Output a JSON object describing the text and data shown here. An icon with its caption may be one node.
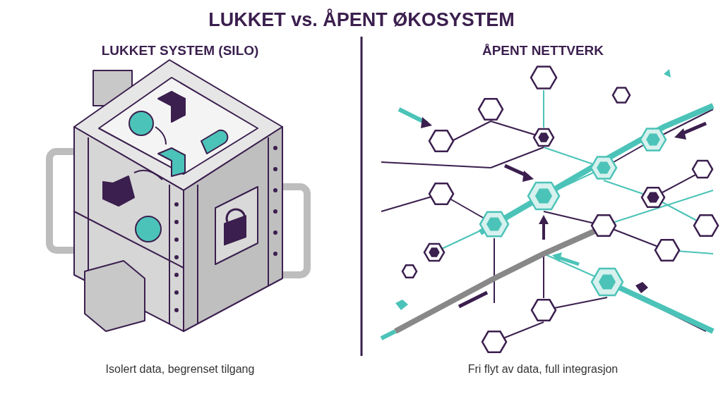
{
  "diagram": {
    "title": "LUKKET vs. ÅPENT ØKOSYSTEM",
    "labels": [
      "LUKKET SYSTEM (SILO)",
      "ÅPENT NETTVERK",
      "Isolert data, begrenset tilgang",
      "Fri flyt av data, full integrasjon"
    ]
  }
}
